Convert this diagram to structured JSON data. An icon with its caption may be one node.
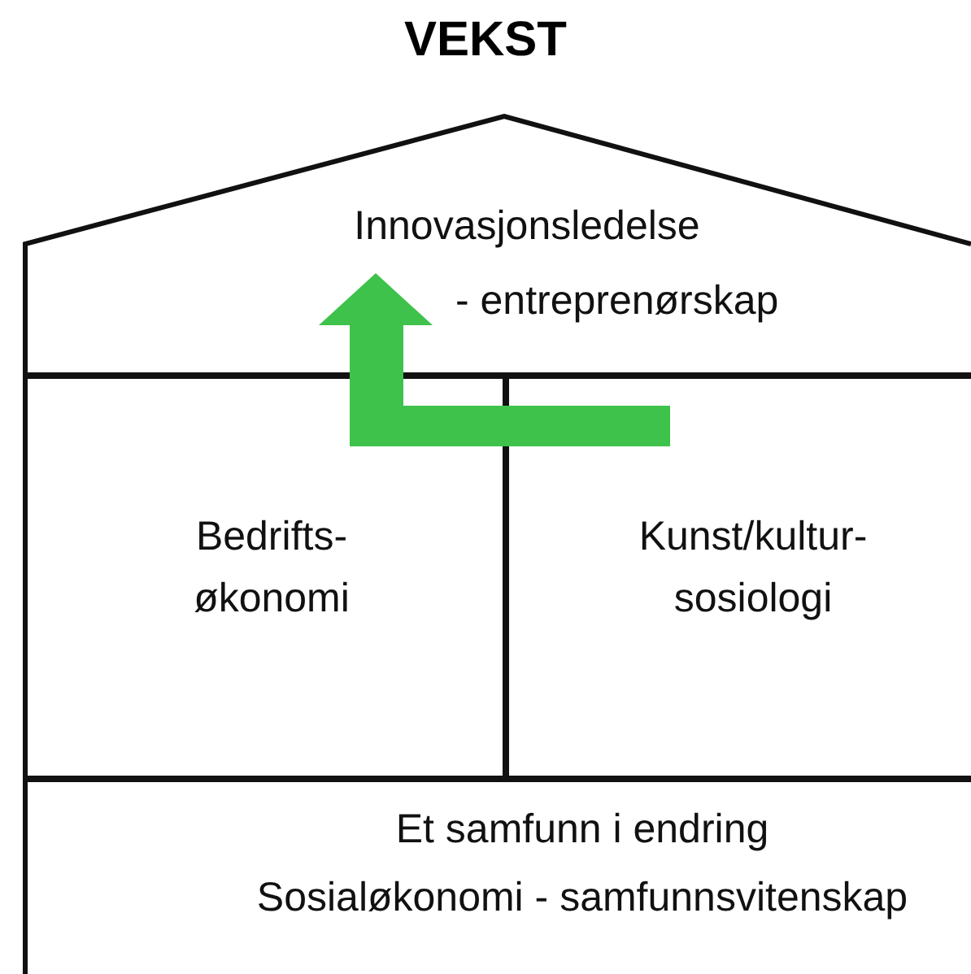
{
  "diagram": {
    "title": "VEKST",
    "nodes": [
      {
        "text": [
          "Innovasjonsledelse",
          "- entreprenørskap"
        ]
      },
      {
        "text": [
          "Bedrifts- økonomi"
        ]
      },
      {
        "text": [
          "Kunst/kultur- sosiologi"
        ]
      },
      {
        "text": [
          "Et samfunn i endring",
          "Sosialøkonomi - samfunnsvitenskap"
        ]
      }
    ],
    "edges": [
      {
        "from": 2,
        "to": 0,
        "arrow": "to",
        "style": "thick",
        "color": "#3fc24b"
      }
    ]
  }
}
